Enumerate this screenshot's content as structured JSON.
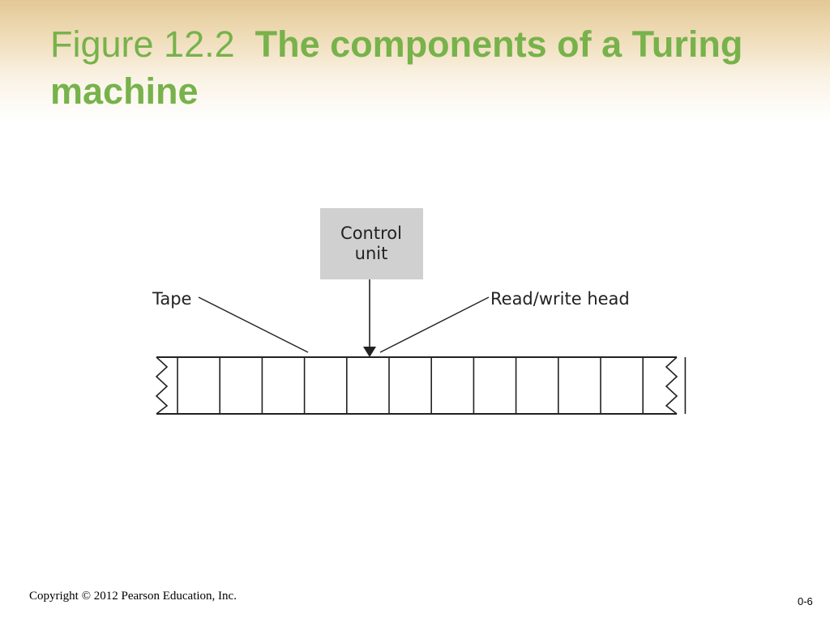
{
  "slide": {
    "figure_number": "Figure 12.2",
    "caption": "The components of a Turing machine"
  },
  "diagram": {
    "control_unit_line1": "Control",
    "control_unit_line2": "unit",
    "tape_label": "Tape",
    "head_label": "Read/write head",
    "tape_cells": 12
  },
  "footer": {
    "copyright": "Copyright © 2012 Pearson Education, Inc.",
    "page": "0-6"
  },
  "colors": {
    "title": "#77b24a",
    "control_box": "#d0d0d0"
  }
}
